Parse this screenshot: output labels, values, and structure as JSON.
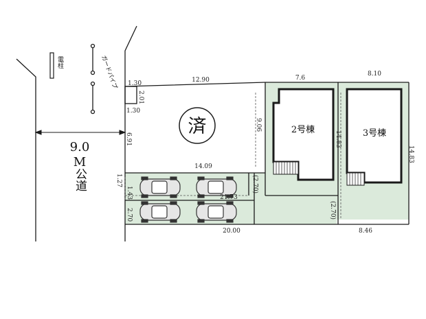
{
  "road": {
    "width_label": "9.0",
    "unit_label": "M",
    "name": "公道"
  },
  "fixtures": {
    "utility_pole": "電柱",
    "guard_pipe": "ガードパイプ"
  },
  "stamp": {
    "text": "済"
  },
  "buildings": [
    {
      "label": "2号棟"
    },
    {
      "label": "3号棟"
    }
  ],
  "dimensions": {
    "top_12_90": "12.90",
    "top_7_6": "7.6",
    "top_8_10": "8.10",
    "corner_1_30_a": "1.30",
    "corner_2_01": "2.01",
    "corner_1_30_b": "1.30",
    "left_6_91": "6.91",
    "mid_9_06": "9.06",
    "mid_14_83": "14.83",
    "right_14_83": "14.83",
    "width_14_09": "14.09",
    "left_1_27": "1.27",
    "left_1_43": "1.43",
    "left_2_70": "2.70",
    "width_21_73": "21.73",
    "paren_2_70_a": "(2.70)",
    "paren_2_70_b": "(2.70)",
    "bottom_20_00": "20.00",
    "bottom_8_46": "8.46"
  },
  "colors": {
    "lot_green": "#dbeadb",
    "line": "#1a1a1a",
    "car_fill": "#e6e6e6"
  }
}
